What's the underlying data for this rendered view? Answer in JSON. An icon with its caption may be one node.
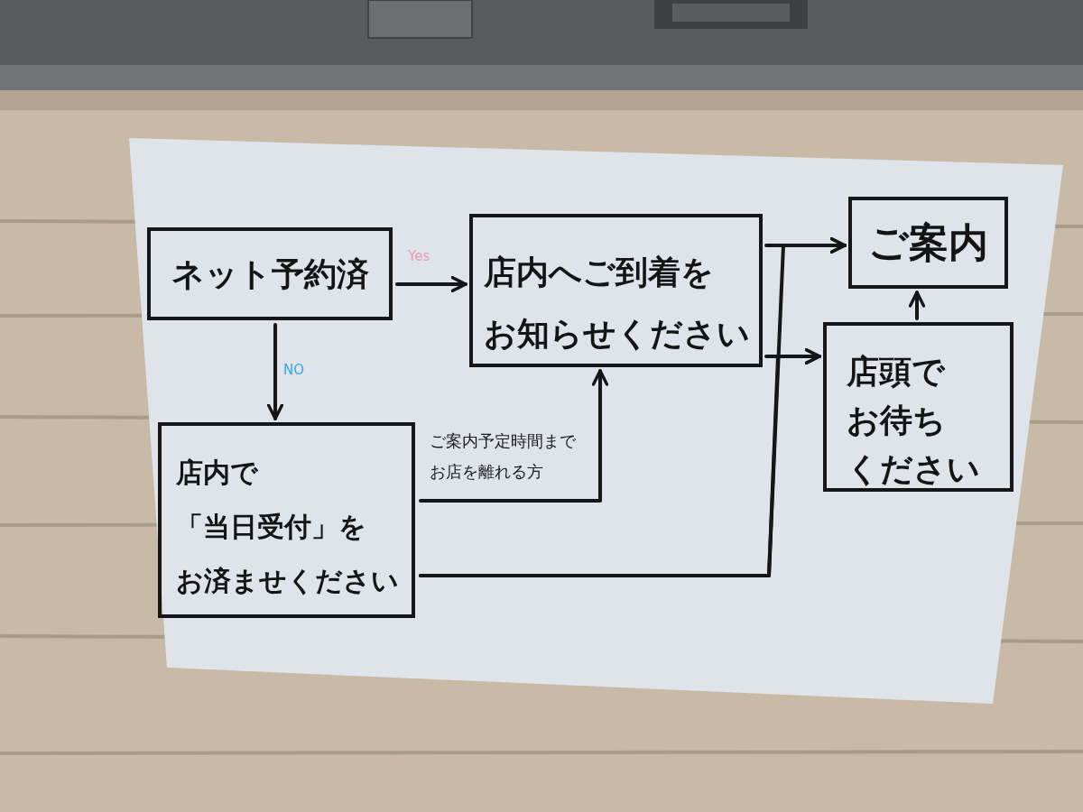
{
  "diagram": {
    "nodes": [
      {
        "text": [
          "ネット予約済"
        ]
      },
      {
        "text": [
          "店内へご到着をお知らせください"
        ]
      },
      {
        "text": [
          "店内で「当日受付」をお済ませください"
        ]
      },
      {
        "text": [
          "ご案内"
        ]
      },
      {
        "text": [
          "店頭でお待ちください"
        ]
      }
    ],
    "edges": [
      {
        "from": 0,
        "to": 1,
        "arrow": "to",
        "label": "Yes"
      },
      {
        "from": 0,
        "to": 2,
        "arrow": "to",
        "label": "NO"
      },
      {
        "from": 2,
        "to": 1,
        "arrow": "to",
        "label": "ご案内予定時間までお店を離れる方"
      },
      {
        "from": 1,
        "to": 3,
        "arrow": "to"
      },
      {
        "from": 1,
        "to": 4,
        "arrow": "to"
      },
      {
        "from": 2,
        "to": 3,
        "arrow": "to"
      },
      {
        "from": 2,
        "to": 4,
        "arrow": "to"
      },
      {
        "from": 4,
        "to": 3,
        "arrow": "to"
      }
    ]
  }
}
